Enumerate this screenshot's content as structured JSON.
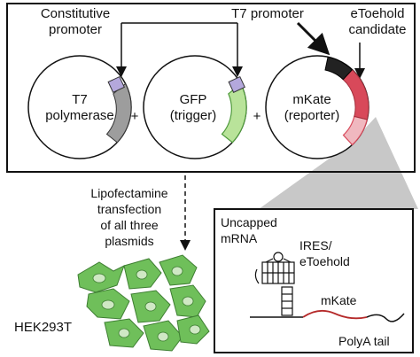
{
  "labels": {
    "constitutive_promoter": [
      "Constitutive",
      "promoter"
    ],
    "t7_promoter": "T7 promoter",
    "etoehold_candidate": [
      "eToehold",
      "candidate"
    ],
    "plasmid_t7": [
      "T7",
      "polymerase"
    ],
    "plasmid_gfp": [
      "GFP",
      "(trigger)"
    ],
    "plasmid_mkate": [
      "mKate",
      "(reporter)"
    ],
    "plus": "+",
    "lipofectamine": [
      "Lipofectamine",
      "transfection",
      "of all three",
      "plasmids"
    ],
    "cell_line": "HEK293T",
    "uncapped_mrna": [
      "Uncapped",
      "mRNA"
    ],
    "ires": [
      "IRES/",
      "eToehold"
    ],
    "mkate_rna": "mKate",
    "polya": "PolyA tail"
  },
  "colors": {
    "promoter": "#b4a8dc",
    "gray_gene": "#9d9d9d",
    "gfp_gene": "#b9e39a",
    "gfp_outline": "#4f9a3c",
    "mkate_gene": "#d8495a",
    "mkate_light": "#f0b8bf",
    "t7_promoter_block": "#222222",
    "cell_fill": "#6fbf5a",
    "cell_nucleus": "#cfe8c4",
    "zoom_cone": "#c8c8c8",
    "mrna_line": "#b52a2a"
  }
}
